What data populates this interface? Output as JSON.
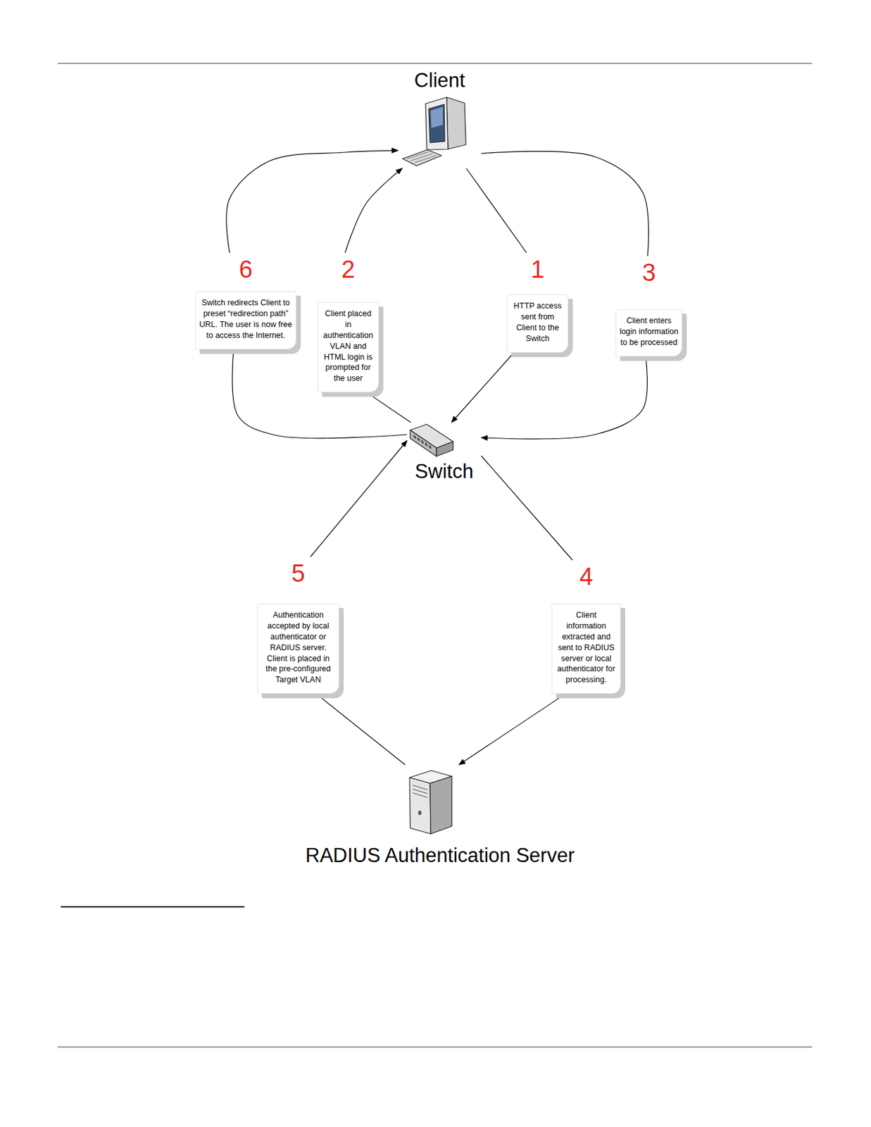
{
  "diagram": {
    "nodes": [
      {
        "text": [
          "Client"
        ]
      },
      {
        "text": [
          "6",
          "Switch redirects Client to preset “redirection path” URL. The user is now free to access the Internet."
        ]
      },
      {
        "text": [
          "2",
          "Client placed in authentication VLAN and HTML login is prompted for the user"
        ]
      },
      {
        "text": [
          "1",
          "HTTP access sent from Client to the Switch"
        ]
      },
      {
        "text": [
          "3",
          "Client enters login information to be processed"
        ]
      },
      {
        "text": [
          "Switch"
        ]
      },
      {
        "text": [
          "5",
          "Authentication accepted by local authenticator or RADIUS server. Client is placed in the pre-configured Target VLAN"
        ]
      },
      {
        "text": [
          "4",
          "Client information extracted and sent to RADIUS server or local authenticator for processing."
        ]
      },
      {
        "text": [
          "RADIUS Authentication Server"
        ]
      }
    ],
    "edges": [
      {
        "from": 0,
        "to": 3,
        "arrow": "none"
      },
      {
        "from": 3,
        "to": 5,
        "arrow": "to"
      },
      {
        "from": 5,
        "to": 2,
        "arrow": "none"
      },
      {
        "from": 2,
        "to": 0,
        "arrow": "to"
      },
      {
        "from": 0,
        "to": 4,
        "arrow": "none"
      },
      {
        "from": 4,
        "to": 5,
        "arrow": "to"
      },
      {
        "from": 5,
        "to": 7,
        "arrow": "none"
      },
      {
        "from": 7,
        "to": 8,
        "arrow": "to"
      },
      {
        "from": 8,
        "to": 6,
        "arrow": "none"
      },
      {
        "from": 6,
        "to": 5,
        "arrow": "to"
      },
      {
        "from": 5,
        "to": 1,
        "arrow": "none"
      },
      {
        "from": 1,
        "to": 0,
        "arrow": "to"
      }
    ]
  }
}
